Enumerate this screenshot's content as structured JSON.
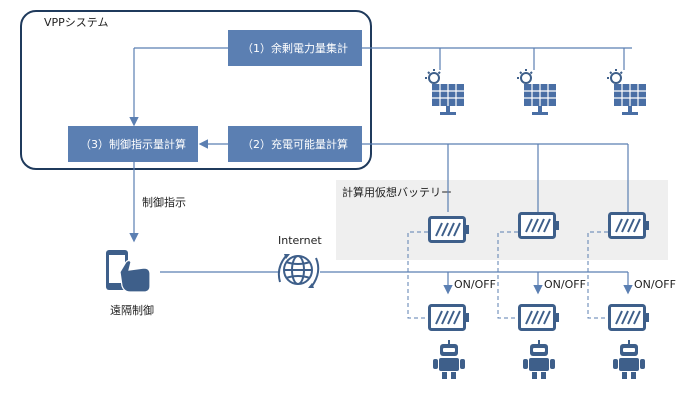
{
  "vpp_system": {
    "title": "VPPシステム",
    "box1": "（1）余剰電力量集計",
    "box2": "（2）充電可能量計算",
    "box3": "（3）制御指示量計算"
  },
  "control_instruction": "制御指示",
  "virtual_battery": "計算用仮想バッテリー",
  "internet": "Internet",
  "remote_control": "遠隔制御",
  "switch_labels": [
    "ON/OFF",
    "ON/OFF",
    "ON/OFF"
  ],
  "colors": {
    "accent": "#5b7fb2",
    "frame": "#1f3a5c",
    "gray_area": "#efefef"
  },
  "icons": [
    "solar-panel-icon",
    "battery-icon",
    "robot-icon",
    "smartphone-hand-icon",
    "globe-icon"
  ]
}
